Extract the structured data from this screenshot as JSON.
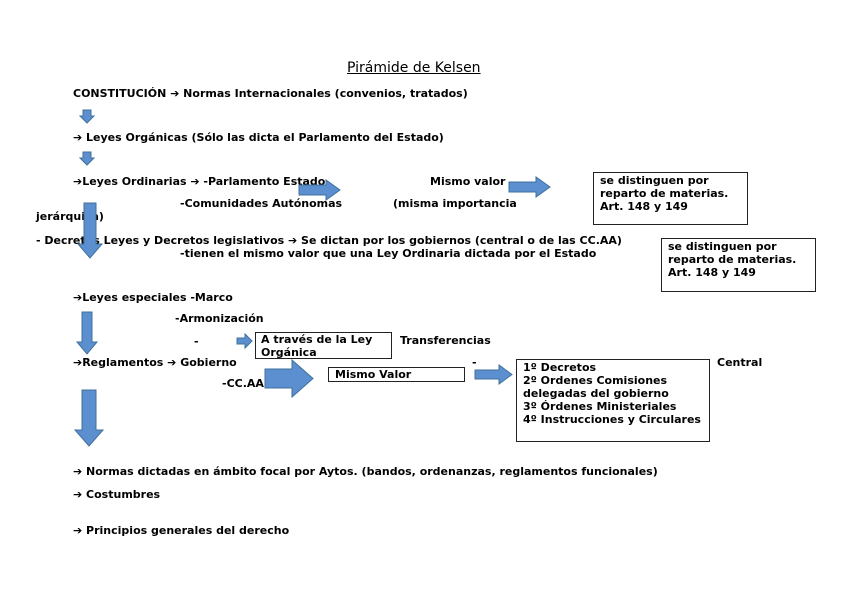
{
  "title": "Pirámide de Kelsen",
  "lines": {
    "constitucion": "CONSTITUCIÓN ➔ Normas Internacionales (convenios, tratados)",
    "leyes_organicas": "➔ Leyes Orgánicas (Sólo las dicta el Parlamento del Estado)",
    "leyes_ordinarias": "➔Leyes Ordinarias ➔  -Parlamento Estado",
    "mismo_valor": "Mismo valor",
    "comunidades": "-Comunidades Autónomas",
    "misma_importancia": "(misma importancia",
    "jerarquica": "jerárquica)",
    "decretos_leyes": "- Decretos Leyes y Decretos legislativos ➔ Se dictan por los gobiernos (central o de las CC.AA)",
    "tienen_valor": "-tienen el mismo valor que una Ley Ordinaria dictada por el Estado",
    "leyes_especiales": "➔Leyes especiales -Marco",
    "armonizacion": "-Armonización",
    "dash1": "-",
    "transferencias": "Transferencias",
    "reglamentos": "➔Reglamentos ➔ Gobierno",
    "dash2": "-",
    "central": "Central",
    "ccaa": "-CC.AA",
    "normas_ambito": "➔  Normas dictadas en ámbito focal por Aytos. (bandos, ordenanzas, reglamentos funcionales)",
    "costumbres": "➔ Costumbres",
    "principios": "➔  Principios generales del derecho"
  },
  "boxes": {
    "reparto1": [
      "se distinguen por",
      "reparto de materias.",
      "Art. 148 y 149"
    ],
    "reparto2": [
      "se distinguen por",
      "reparto de materias.",
      "Art. 148 y 149"
    ],
    "ley_organica": [
      "A través de la Ley",
      "Orgánica"
    ],
    "mismo_valor_box": [
      "Mismo Valor"
    ],
    "reglamentos_list": [
      "1º Decretos",
      "2º Ordenes Comisiones",
      "delegadas del gobierno",
      "3º Órdenes Ministeriales",
      "4º Instrucciones y Circulares"
    ]
  },
  "colors": {
    "arrow_fill": "#5b8fd0",
    "arrow_stroke": "#41719c"
  }
}
